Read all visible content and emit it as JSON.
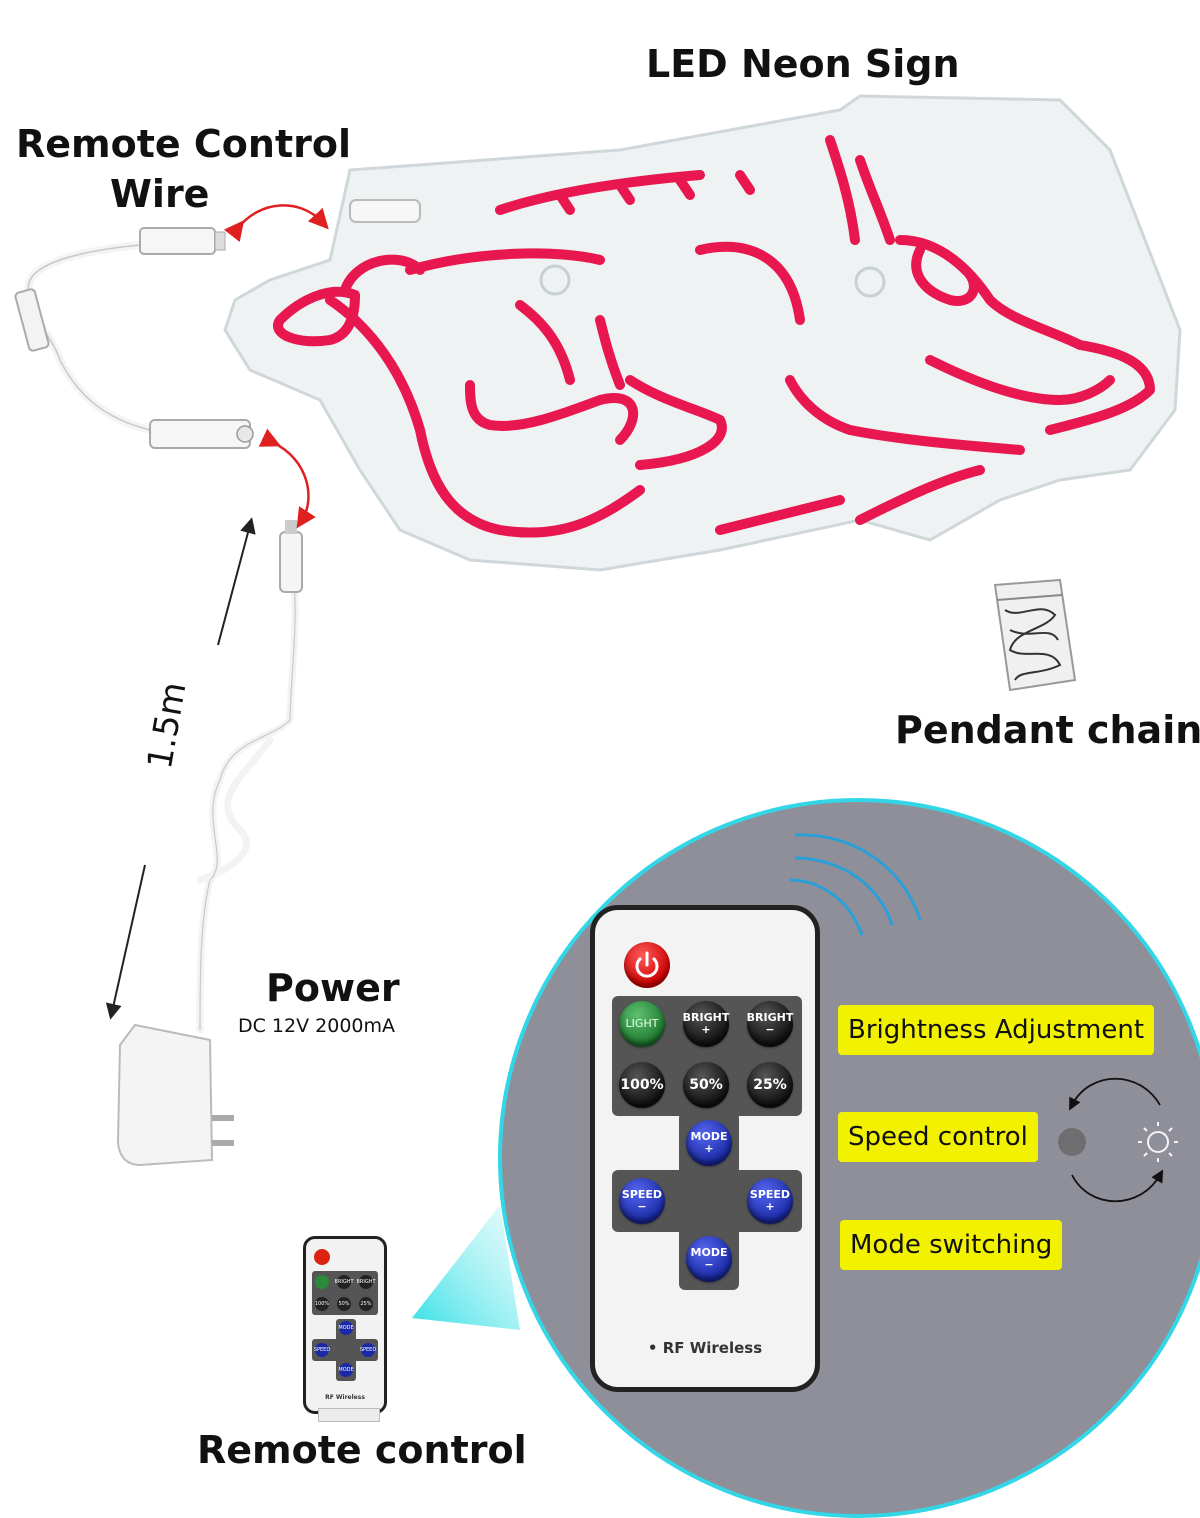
{
  "labels": {
    "led_neon_sign": "LED Neon Sign",
    "remote_control_wire_line1": "Remote Control",
    "remote_control_wire_line2": "Wire",
    "pendant_chain": "Pendant chain",
    "length": "1.5m",
    "power": "Power",
    "power_spec": "DC 12V 2000mA",
    "remote_control": "Remote control"
  },
  "remote": {
    "buttons": {
      "light": "LIGHT",
      "bright_plus": "BRIGHT +",
      "bright_minus": "BRIGHT −",
      "p100": "100%",
      "p50": "50%",
      "p25": "25%",
      "mode_plus": "MODE +",
      "speed_minus": "SPEED −",
      "speed_plus": "SPEED +",
      "mode_minus": "MODE −"
    },
    "rf_label": "RF Wireless",
    "small_buttons": {
      "bright": "BRIGHT",
      "p100": "100%",
      "p50": "50%",
      "p25": "25%",
      "mode": "MODE",
      "speed": "SPEED",
      "rf": "RF Wireless"
    }
  },
  "features": {
    "brightness": "Brightness Adjustment",
    "speed": "Speed control",
    "mode": "Mode switching"
  },
  "colors": {
    "neon": "#e8174f",
    "accent_arrow": "#e02020",
    "circle_bg": "#8f8f9a",
    "circle_border": "#33d6e6",
    "tag_bg": "#f2f200",
    "signal": "#2a9fd8",
    "power_button": "#e21b1b"
  },
  "icons": [
    "power-icon",
    "signal-waves-icon",
    "light-bulb-icon",
    "rf-wifi-icon",
    "curved-double-arrow-icon"
  ]
}
